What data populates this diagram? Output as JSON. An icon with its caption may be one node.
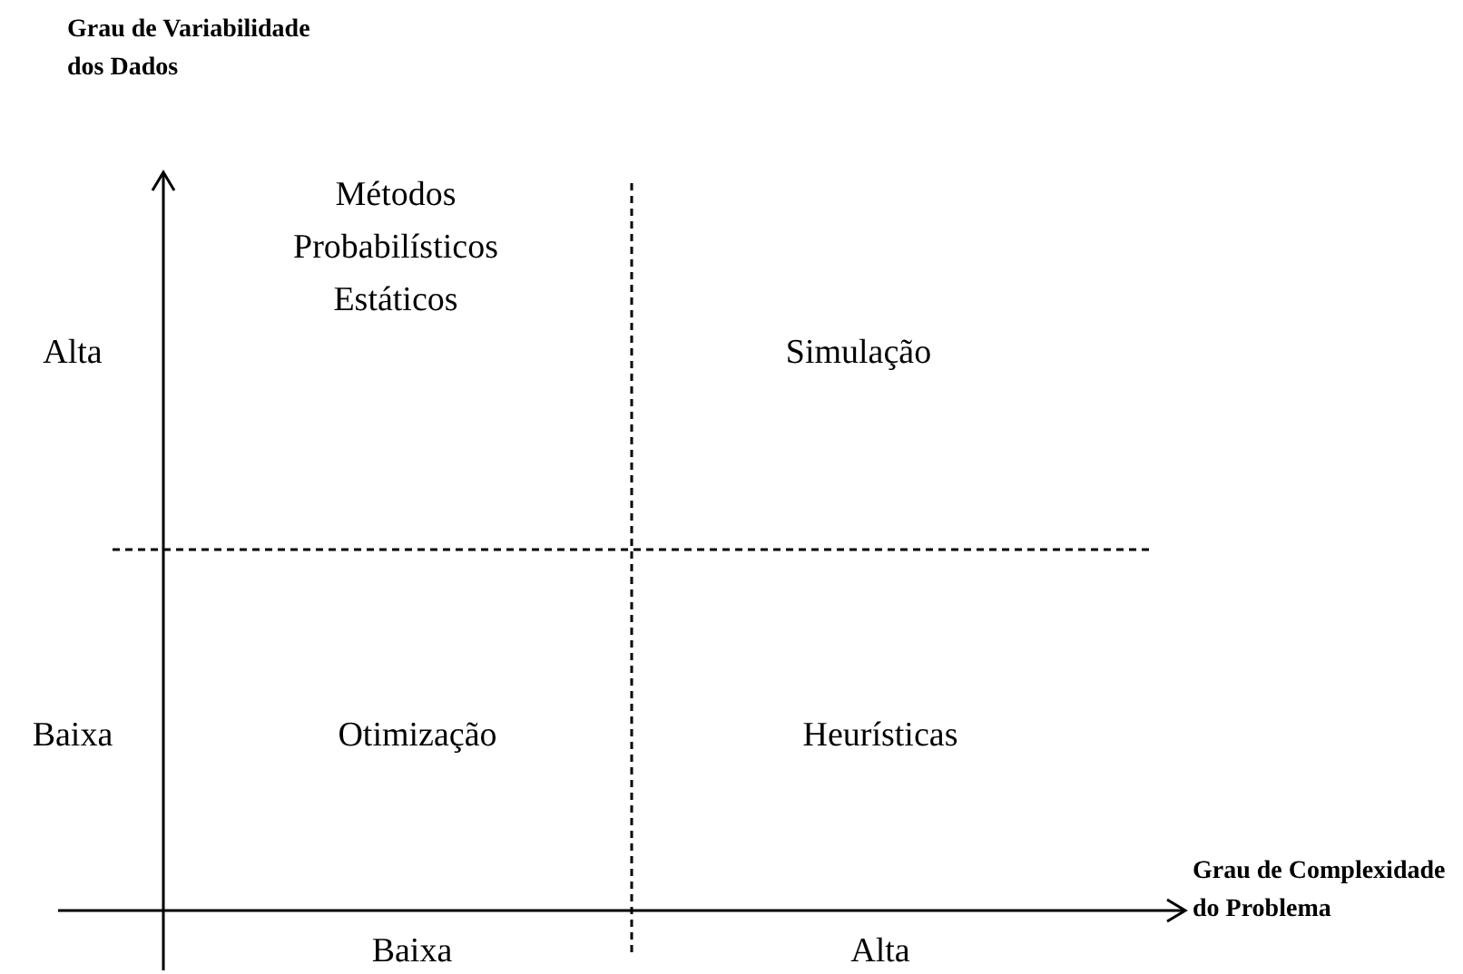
{
  "diagram": {
    "labels": [
      "Grau de Variabilidade dos Dados",
      "Alta",
      "Métodos Probabilísticos Estáticos",
      "Simulação",
      "Baixa",
      "Otimização",
      "Heurísticas",
      "Grau de Complexidade do Problema",
      "Baixa",
      "Alta"
    ]
  }
}
